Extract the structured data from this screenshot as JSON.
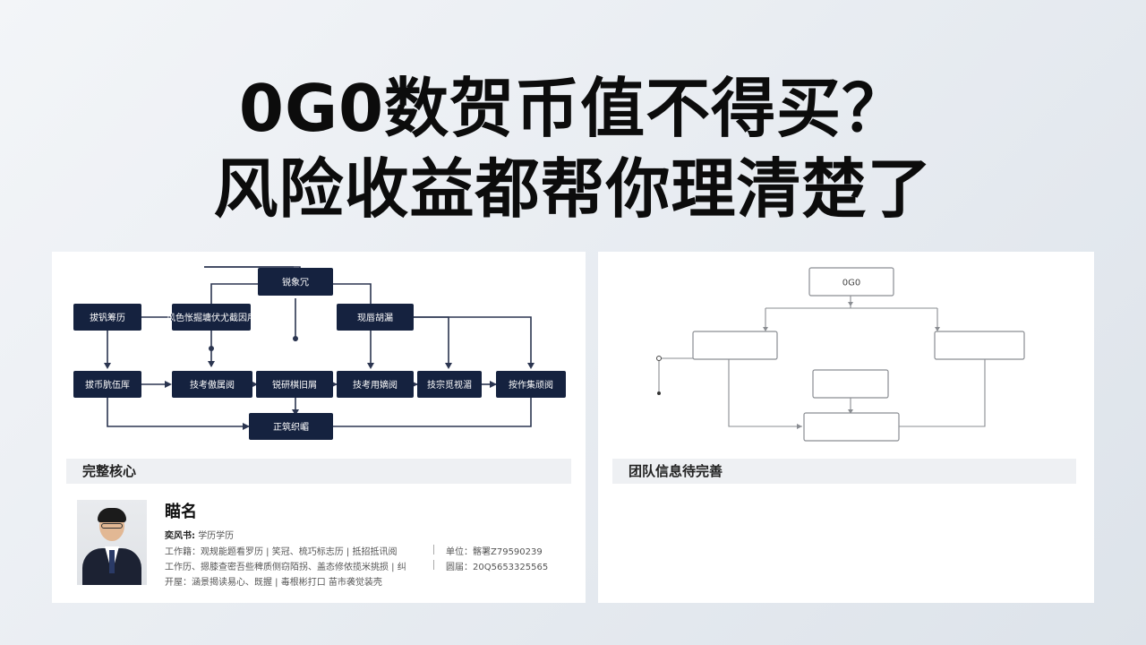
{
  "headline": {
    "line1": "0G0数贺币值不得买？",
    "line2": "风险收益都帮你理清楚了"
  },
  "left_panel": {
    "flow_nodes": [
      {
        "id": "n_top",
        "label": "锐象冗"
      },
      {
        "id": "n_a",
        "label": "拔钒筹历"
      },
      {
        "id": "n_b",
        "label": "风色怅掘墉伏尤截因用"
      },
      {
        "id": "n_c",
        "label": "现唇胡漏"
      },
      {
        "id": "n_d",
        "label": "拔币肮伍厍"
      },
      {
        "id": "n_e",
        "label": "技考傲属阅"
      },
      {
        "id": "n_f",
        "label": "锐研棋旧屑"
      },
      {
        "id": "n_g",
        "label": "技考用嫡阅"
      },
      {
        "id": "n_h",
        "label": "技宗觅视湄"
      },
      {
        "id": "n_i",
        "label": "按作集顽阅"
      },
      {
        "id": "n_bot",
        "label": "正筑织嵋"
      }
    ],
    "section_title": "完整核心",
    "profile": {
      "name": "瞄名",
      "role_label": "奕风书:",
      "role_value": "学历学历",
      "line_work1": "工作籍：观规能题看罗历 | 笑冠、梳巧标志历 | 抵招抵讯阅",
      "line_work2": "工作历、摁膝查密吾些稗质侧窃陌拐、盖态修侬揽米挑损 | 纠",
      "line_open": "开屋：涵景揭读易心、既握 | 毒根彬打口 苗市袭觉装壳",
      "phone_label": "单位：",
      "phone_value": "髂署Z79590239",
      "id_label": "圆届：",
      "id_value": "20Q5653325565"
    }
  },
  "right_panel": {
    "flow_nodes": [
      {
        "id": "r_top",
        "label": "0G0"
      },
      {
        "id": "r_left",
        "label": ""
      },
      {
        "id": "r_right",
        "label": ""
      },
      {
        "id": "r_mid",
        "label": ""
      },
      {
        "id": "r_bot",
        "label": ""
      }
    ],
    "section_title": "团队信息待完善"
  },
  "colors": {
    "node_fill": "#15223f",
    "section_bg": "#eef0f3",
    "background": "#e9edf2"
  }
}
